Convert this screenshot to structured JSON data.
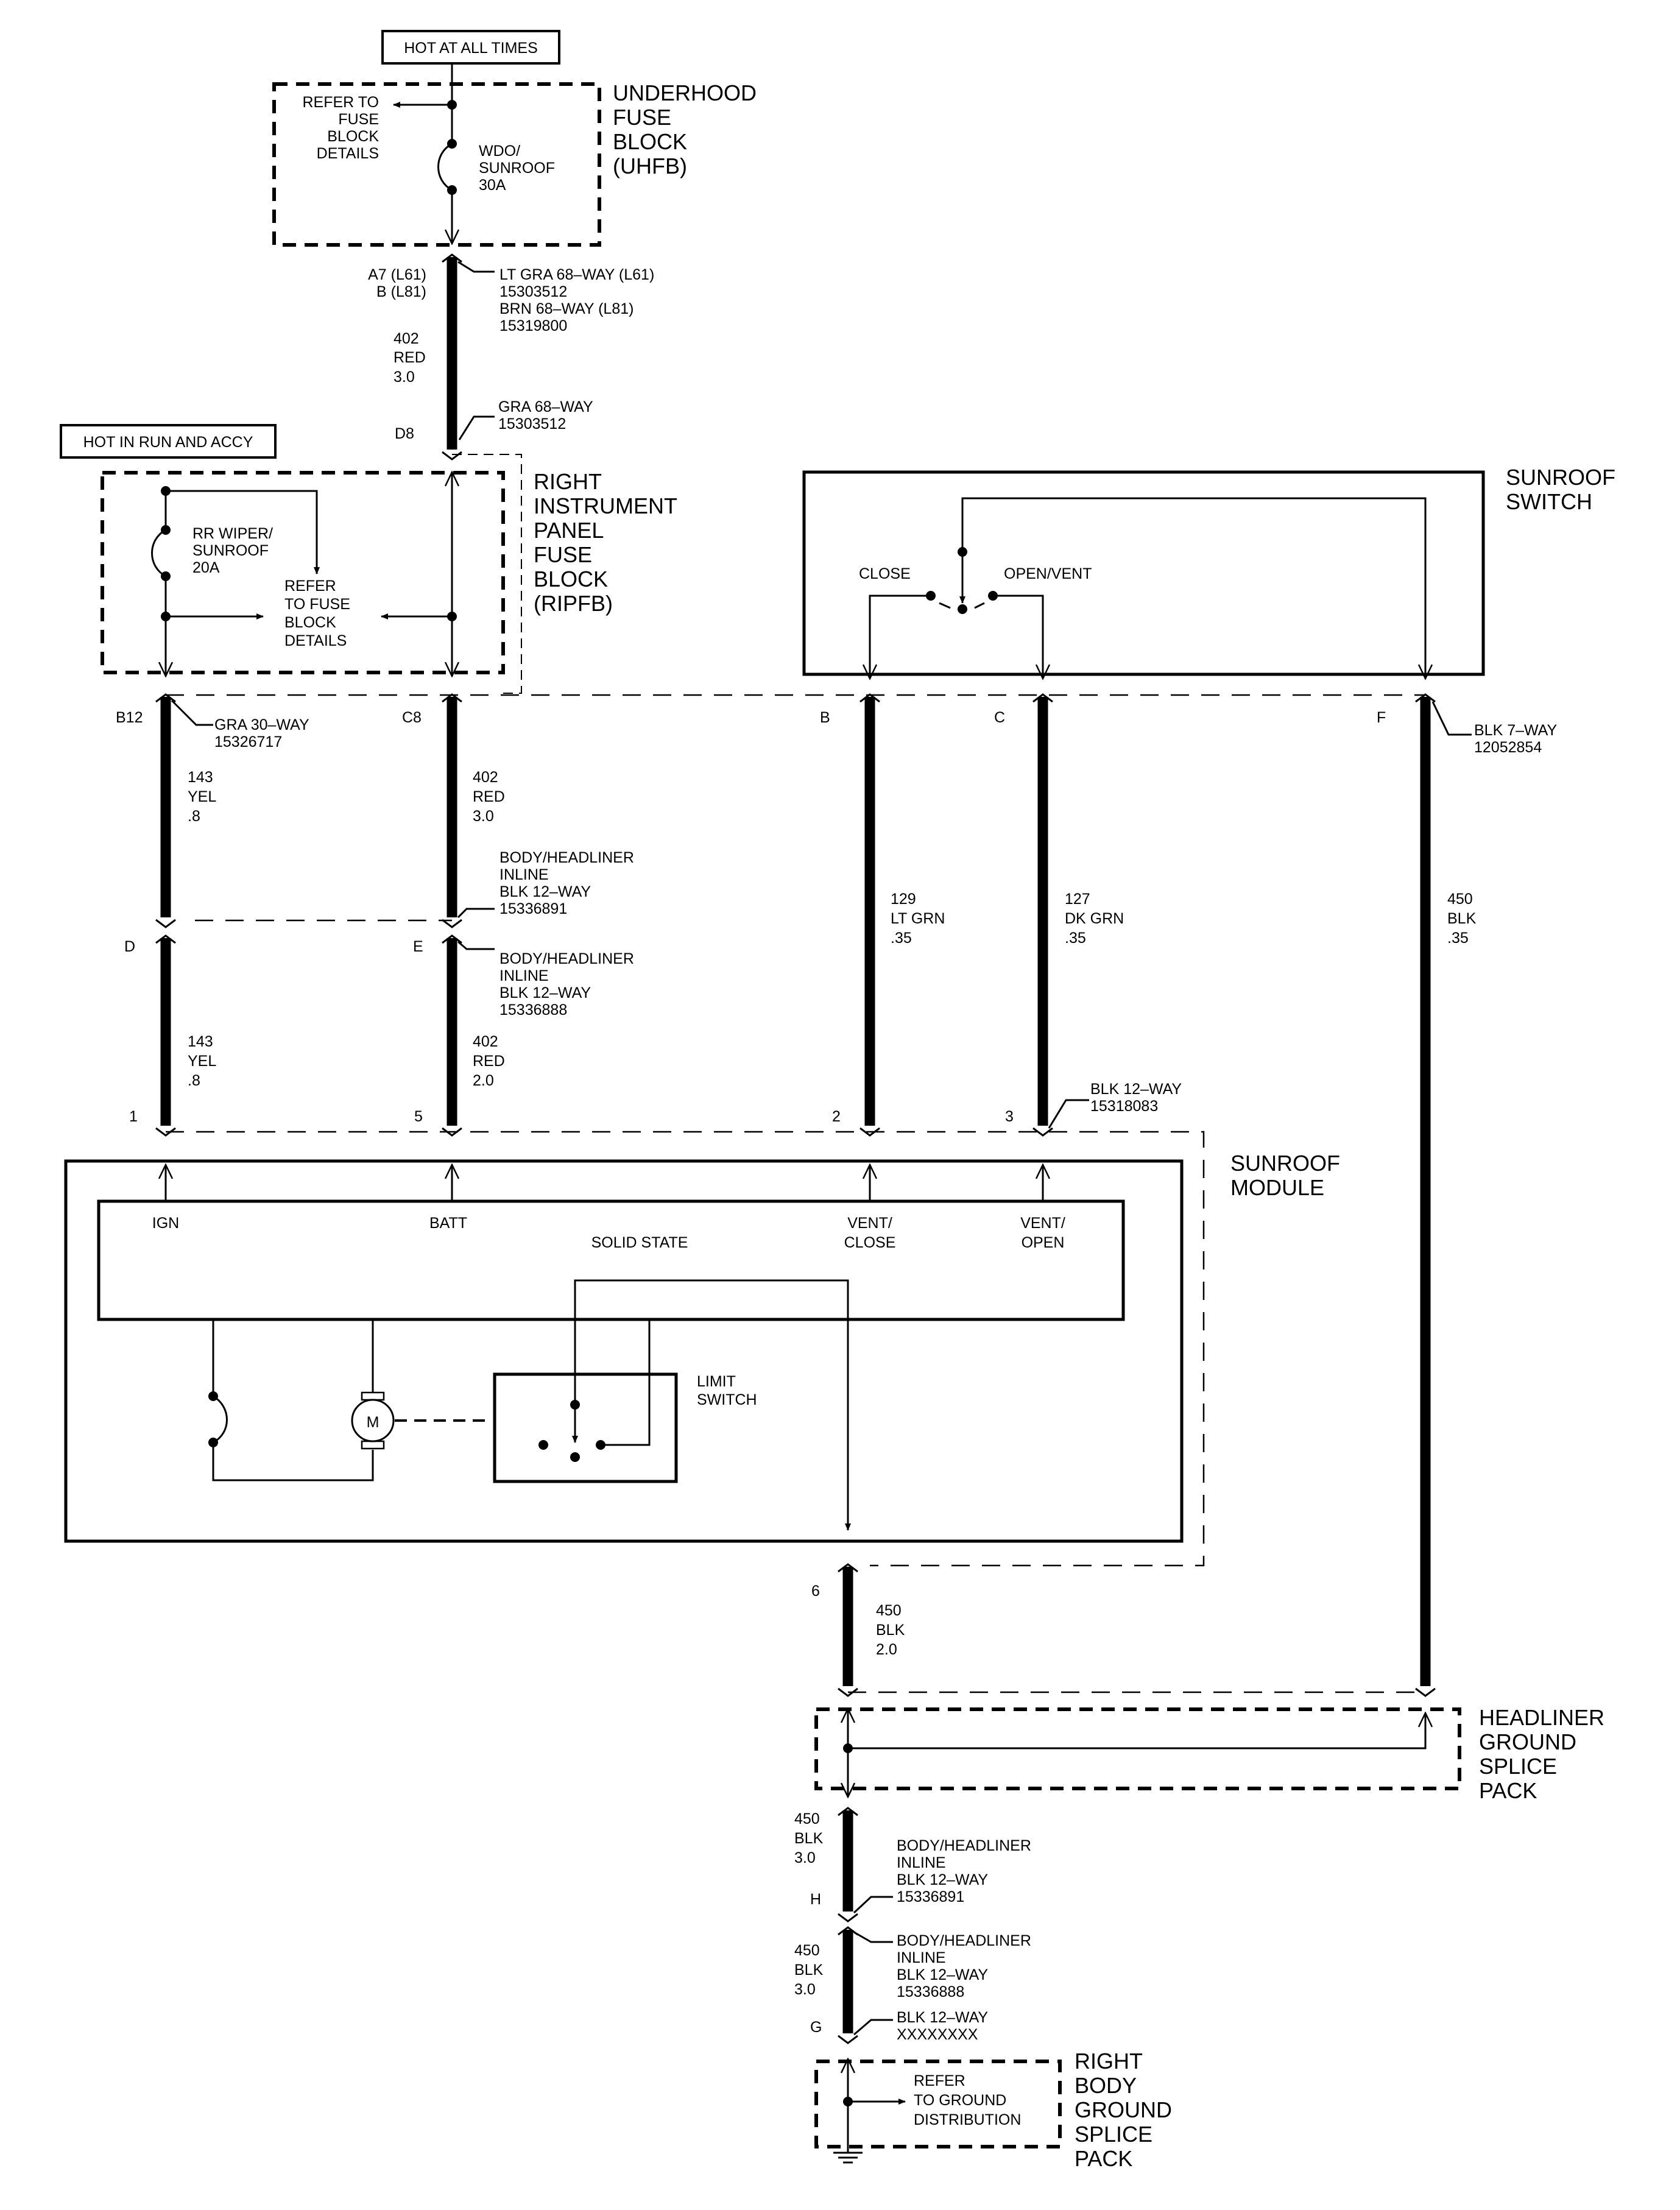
{
  "headers": {
    "hot_at_all_times": "HOT AT ALL TIMES",
    "hot_in_run": "HOT IN RUN AND ACCY"
  },
  "uhfb": {
    "name": [
      "UNDERHOOD",
      "FUSE",
      "BLOCK",
      "(UHFB)"
    ],
    "refer": [
      "REFER TO",
      "FUSE",
      "BLOCK",
      "DETAILS"
    ],
    "fuse": [
      "WDO/",
      "SUNROOF",
      "30A"
    ]
  },
  "conn_uhfb": {
    "pins": [
      "A7 (L61)",
      "B (L81)"
    ],
    "label": [
      "LT GRA 68–WAY (L61)",
      "15303512",
      "BRN 68–WAY (L81)",
      "15319800"
    ]
  },
  "wire_402_top": [
    "402",
    "RED",
    "3.0"
  ],
  "conn_d8": {
    "pin": "D8",
    "label": [
      "GRA 68–WAY",
      "15303512"
    ]
  },
  "ripfb": {
    "name": [
      "RIGHT",
      "INSTRUMENT",
      "PANEL",
      "FUSE",
      "BLOCK",
      "(RIPFB)"
    ],
    "fuse": [
      "RR WIPER/",
      "SUNROOF",
      "20A"
    ],
    "refer": [
      "REFER",
      "TO FUSE",
      "BLOCK",
      "DETAILS"
    ]
  },
  "sunroof_switch": {
    "name": [
      "SUNROOF",
      "SWITCH"
    ],
    "close": "CLOSE",
    "open_vent": "OPEN/VENT",
    "conn_pins": [
      "B",
      "C",
      "F"
    ],
    "conn_label": [
      "BLK 7–WAY",
      "12052854"
    ]
  },
  "conn_ripfb": {
    "pins": [
      "B12",
      "C8"
    ],
    "label": [
      "GRA 30–WAY",
      "15326717"
    ]
  },
  "wires_upper": [
    [
      "143",
      "YEL",
      ".8"
    ],
    [
      "402",
      "RED",
      "3.0"
    ],
    [
      "129",
      "LT GRN",
      ".35"
    ],
    [
      "127",
      "DK GRN",
      ".35"
    ],
    [
      "450",
      "BLK",
      ".35"
    ]
  ],
  "inline1_male": [
    "BODY/HEADLINER",
    "INLINE",
    "BLK 12–WAY",
    "15336891"
  ],
  "inline1_female": [
    "BODY/HEADLINER",
    "INLINE",
    "BLK 12–WAY",
    "15336888"
  ],
  "inline1_pins": [
    "D",
    "E"
  ],
  "wires_lower": [
    [
      "143",
      "YEL",
      ".8"
    ],
    [
      "402",
      "RED",
      "2.0"
    ]
  ],
  "module_conn": {
    "pins": [
      "1",
      "5",
      "2",
      "3"
    ],
    "label": [
      "BLK 12–WAY",
      "15318083"
    ]
  },
  "sunroof_module": {
    "name": [
      "SUNROOF",
      "MODULE"
    ],
    "inputs": [
      "IGN",
      "BATT",
      "VENT/",
      "CLOSE",
      "VENT/",
      "OPEN"
    ],
    "solid_state": "SOLID STATE",
    "motor": "M",
    "limit_switch": [
      "LIMIT",
      "SWITCH"
    ]
  },
  "ground_pin": "6",
  "wire_ground": [
    "450",
    "BLK",
    "2.0"
  ],
  "headliner_splice": [
    "HEADLINER",
    "GROUND",
    "SPLICE",
    "PACK"
  ],
  "wire_450_a": [
    "450",
    "BLK",
    "3.0"
  ],
  "inline2_male": [
    "BODY/HEADLINER",
    "INLINE",
    "BLK 12–WAY",
    "15336891"
  ],
  "inline2_pin": "H",
  "wire_450_b": [
    "450",
    "BLK",
    "3.0"
  ],
  "inline2_female": [
    "BODY/HEADLINER",
    "INLINE",
    "BLK 12–WAY",
    "15336888"
  ],
  "conn_g": {
    "pin": "G",
    "label": [
      "BLK 12–WAY",
      "XXXXXXXX"
    ]
  },
  "body_ground": {
    "name": [
      "RIGHT",
      "BODY",
      "GROUND",
      "SPLICE",
      "PACK"
    ],
    "refer": [
      "REFER",
      "TO GROUND",
      "DISTRIBUTION"
    ]
  }
}
